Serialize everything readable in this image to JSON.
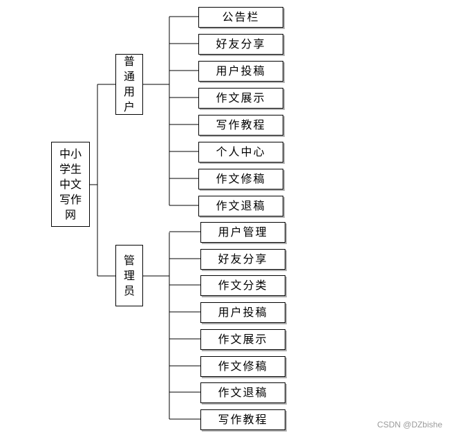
{
  "root": {
    "label": "中小学生中文写作网"
  },
  "branches": [
    {
      "label": "普通用户",
      "children": [
        "公告栏",
        "好友分享",
        "用户投稿",
        "作文展示",
        "写作教程",
        "个人中心",
        "作文修稿",
        "作文退稿"
      ]
    },
    {
      "label": "管理员",
      "children": [
        "用户管理",
        "好友分享",
        "作文分类",
        "用户投稿",
        "作文展示",
        "作文修稿",
        "作文退稿",
        "写作教程"
      ]
    }
  ],
  "watermark": "CSDN @DZbishe"
}
